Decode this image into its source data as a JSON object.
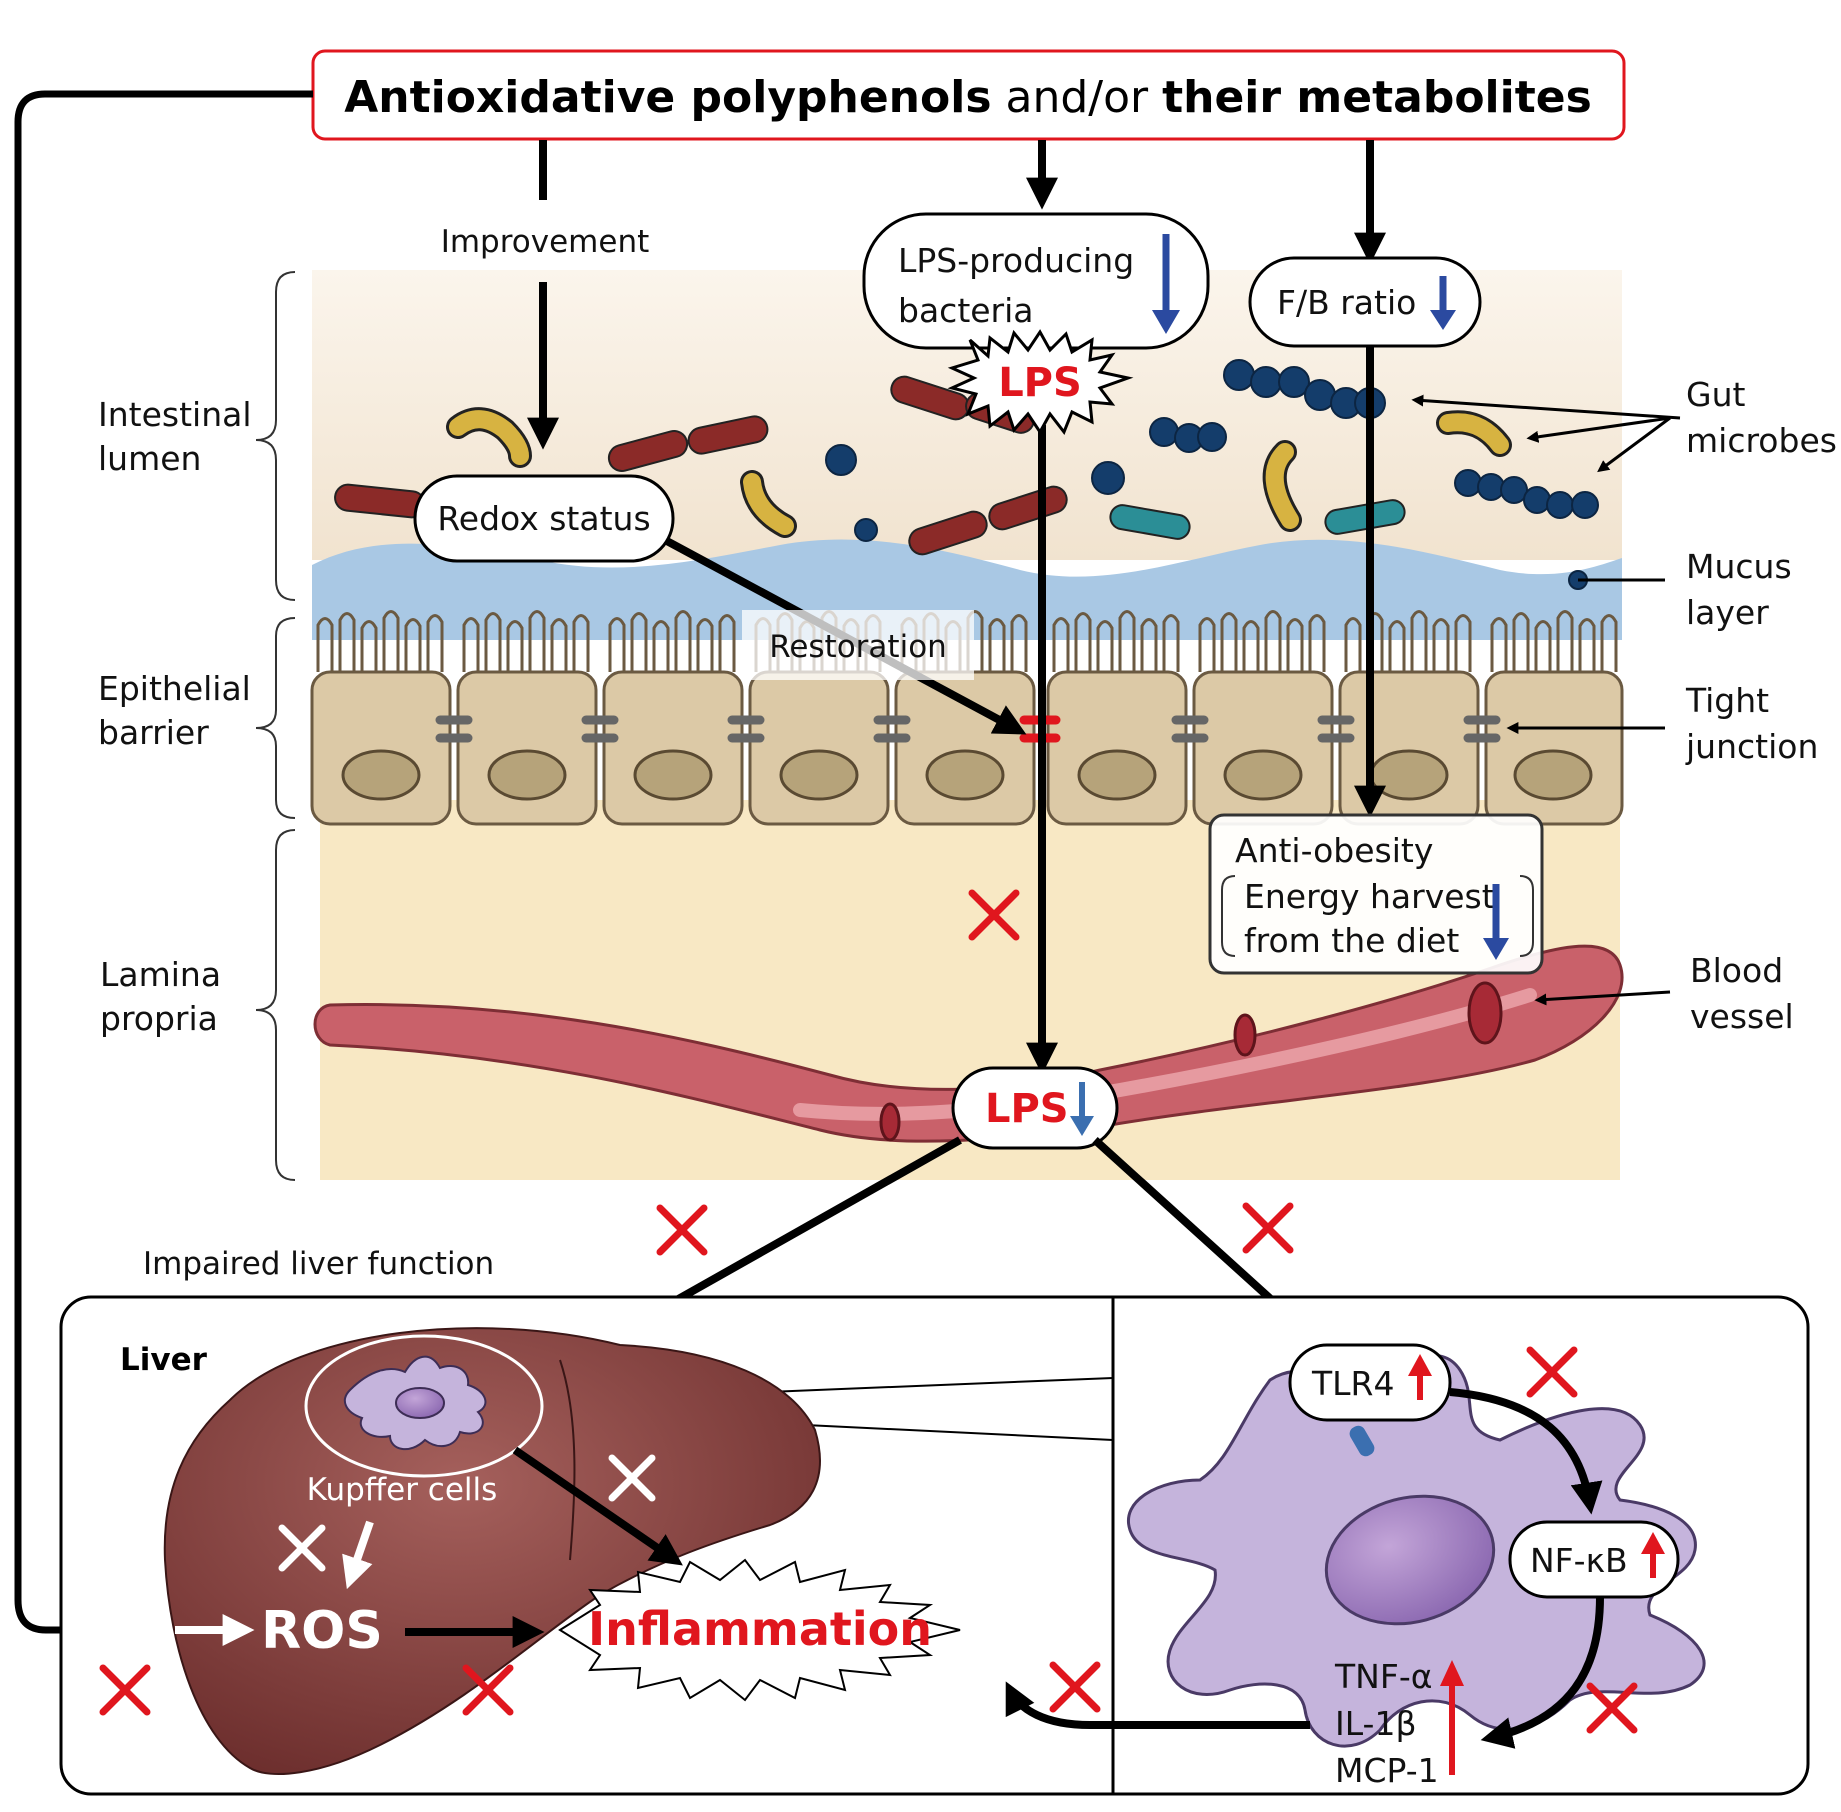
{
  "title": {
    "part1": "Antioxidative polyphenols",
    "part2": " and/or ",
    "part3": "their metabolites"
  },
  "labels": {
    "improvement": "Improvement",
    "lps_producing_line1": "LPS-producing",
    "lps_producing_line2": "bacteria",
    "fb_ratio": "F/B ratio",
    "lps_burst": "LPS",
    "redox_status": "Redox status",
    "restoration": "Restoration",
    "anti_obesity": "Anti-obesity",
    "energy_line1": "Energy harvest",
    "energy_line2": "from the diet",
    "lps_down": "LPS",
    "impaired_liver": "Impaired liver function",
    "liver": "Liver",
    "kupffer": "Kupffer cells",
    "ros": "ROS",
    "inflammation": "Inflammation",
    "tlr4": "TLR4",
    "nfkb": "NF-κB",
    "cytokines": [
      "TNF-α",
      "IL-1β",
      "MCP-1"
    ]
  },
  "layers": {
    "intestinal_lumen": [
      "Intestinal",
      "lumen"
    ],
    "epithelial_barrier": [
      "Epithelial",
      "barrier"
    ],
    "lamina_propria": [
      "Lamina",
      "propria"
    ]
  },
  "callouts": {
    "gut_microbes": [
      "Gut",
      "microbes"
    ],
    "mucus_layer": [
      "Mucus",
      "layer"
    ],
    "tight_junction": [
      "Tight",
      "junction"
    ],
    "blood_vessel": [
      "Blood",
      "vessel"
    ]
  },
  "colors": {
    "accent_red": "#e0161e",
    "down_arrow_blue": "#2b4aa0",
    "lumen_bg": "#f7ecd9",
    "mucus": "#a9c8e4",
    "epithelium": "#dcc9a6",
    "lamina": "#f8e8c4",
    "vessel": "#c9616a",
    "liver": "#7b3a38",
    "kupffer_cell": "#c5b4dc"
  }
}
